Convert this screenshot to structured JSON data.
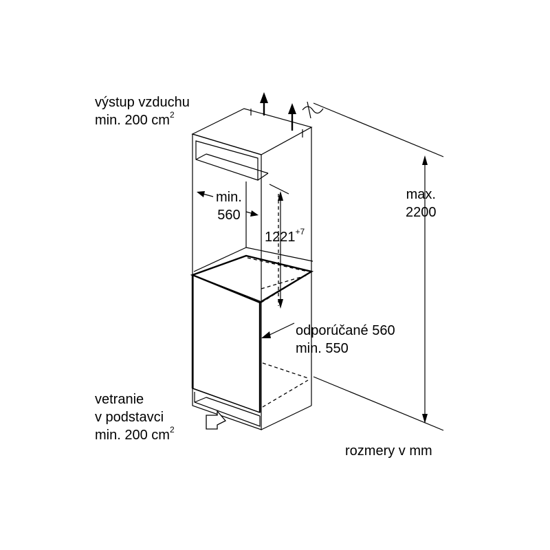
{
  "labels": {
    "air_outlet_line1": "výstup vzduchu",
    "air_outlet_line2": "min. 200 cm",
    "air_outlet_sup": "2",
    "min_width_line1": "min.",
    "min_width_line2": "560",
    "niche_height": "1221",
    "niche_height_sup": "+7",
    "max_height_line1": "max.",
    "max_height_line2": "2200",
    "depth_line1": "odporúčané 560",
    "depth_line2": "min. 550",
    "plinth_line1": "vetranie",
    "plinth_line2": "v podstavci",
    "plinth_line3": "min. 200 cm",
    "plinth_sup": "2",
    "units_note": "rozmery v mm"
  },
  "dimensions_mm": {
    "min_niche_width": 560,
    "niche_height": 1221,
    "niche_height_tolerance": 7,
    "max_total_height": 2200,
    "recommended_depth": 560,
    "min_depth": 550,
    "min_vent_area_cm2": 200
  }
}
